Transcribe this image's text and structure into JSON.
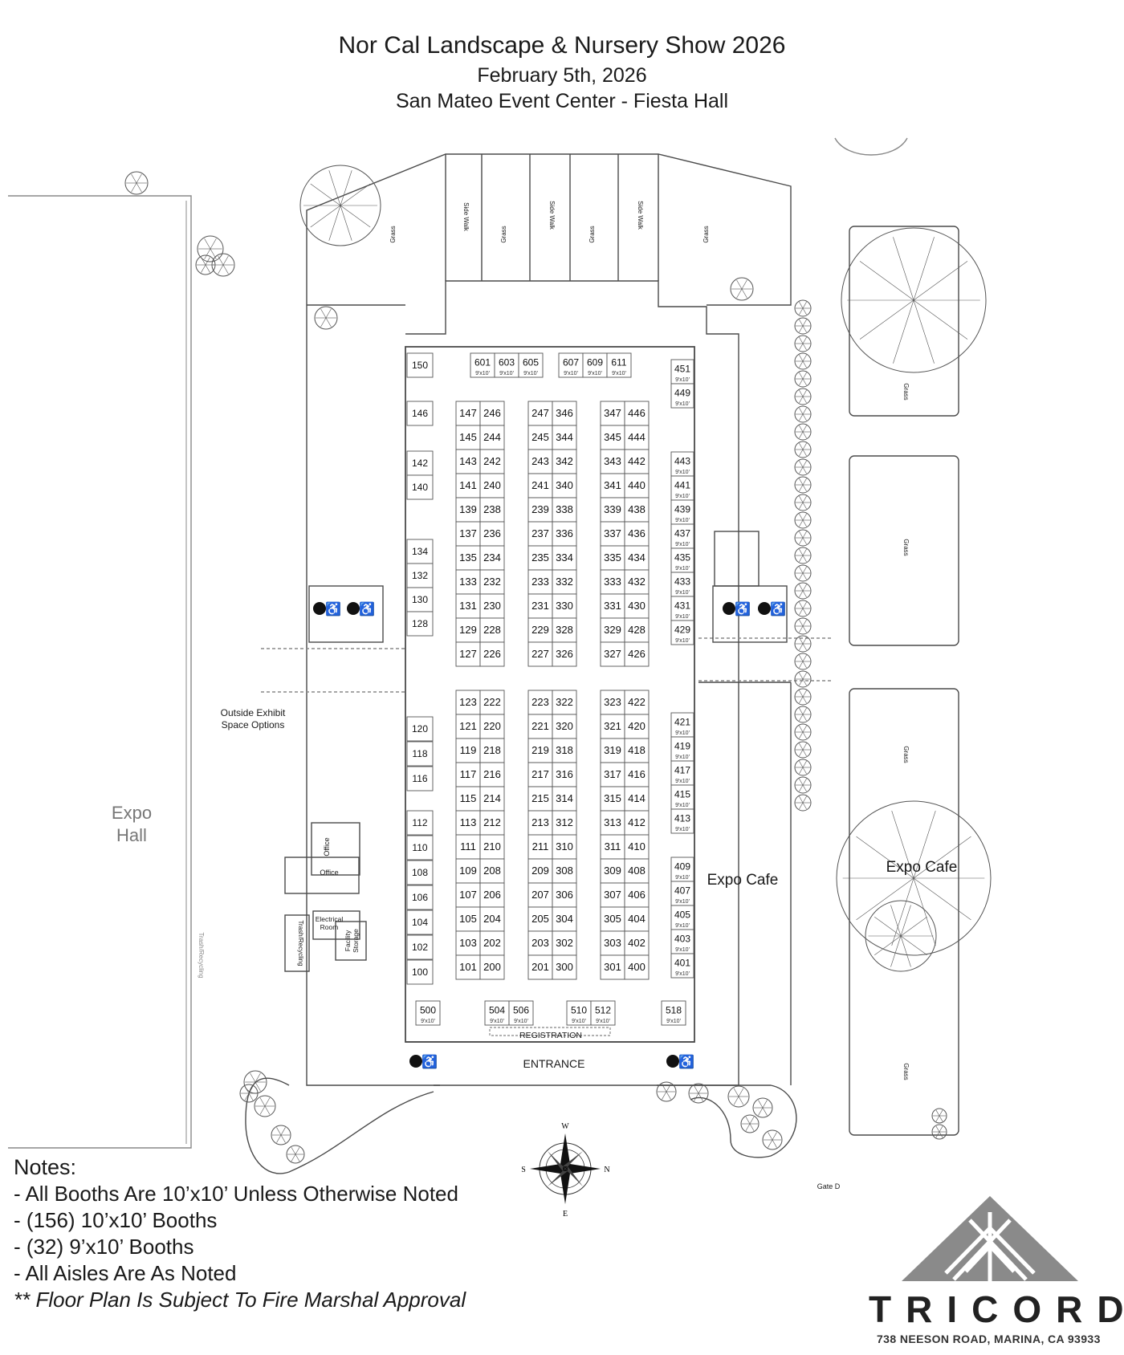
{
  "header": {
    "title": "Nor Cal Landscape & Nursery Show 2026",
    "date": "February 5th, 2026",
    "venue": "San Mateo Event Center - Fiesta Hall"
  },
  "labels": {
    "expo_hall": [
      "Expo",
      "Hall"
    ],
    "outside_exhibit": [
      "Outside Exhibit",
      "Space Options"
    ],
    "expo_cafe_inside": "Expo Cafe",
    "expo_cafe_outside": "Expo Cafe",
    "grass": "Grass",
    "side_walk": "Side Walk",
    "registration": "REGISTRATION",
    "entrance": "ENTRANCE",
    "office": "Office",
    "electrical_room": [
      "Electrical",
      "Room"
    ],
    "facility_storage": [
      "Facility",
      "Storage"
    ],
    "trash_recycling": "Trash/Recycling",
    "gate": "Gate D",
    "small_size": "9'x10'"
  },
  "booths": {
    "top_row": [
      "601",
      "603",
      "605",
      "607",
      "609",
      "611"
    ],
    "bottom_row": [
      "500",
      "504",
      "506",
      "510",
      "512",
      "518"
    ],
    "left_upper": [
      "150",
      "146",
      "142",
      "140",
      "134",
      "132",
      "130",
      "128"
    ],
    "left_lower": [
      "120",
      "118",
      "116",
      "112",
      "110",
      "108",
      "106",
      "104",
      "102",
      "100"
    ],
    "right_upper": [
      "451",
      "449",
      "443",
      "441",
      "439",
      "437",
      "435",
      "433",
      "431",
      "429"
    ],
    "right_lower": [
      "421",
      "419",
      "417",
      "415",
      "413",
      "409",
      "407",
      "405",
      "403",
      "401"
    ],
    "blockA_upper": [
      [
        "147",
        "246"
      ],
      [
        "145",
        "244"
      ],
      [
        "143",
        "242"
      ],
      [
        "141",
        "240"
      ],
      [
        "139",
        "238"
      ],
      [
        "137",
        "236"
      ],
      [
        "135",
        "234"
      ],
      [
        "133",
        "232"
      ],
      [
        "131",
        "230"
      ],
      [
        "129",
        "228"
      ],
      [
        "127",
        "226"
      ]
    ],
    "blockB_upper": [
      [
        "247",
        "346"
      ],
      [
        "245",
        "344"
      ],
      [
        "243",
        "342"
      ],
      [
        "241",
        "340"
      ],
      [
        "239",
        "338"
      ],
      [
        "237",
        "336"
      ],
      [
        "235",
        "334"
      ],
      [
        "233",
        "332"
      ],
      [
        "231",
        "330"
      ],
      [
        "229",
        "328"
      ],
      [
        "227",
        "326"
      ]
    ],
    "blockC_upper": [
      [
        "347",
        "446"
      ],
      [
        "345",
        "444"
      ],
      [
        "343",
        "442"
      ],
      [
        "341",
        "440"
      ],
      [
        "339",
        "438"
      ],
      [
        "337",
        "436"
      ],
      [
        "335",
        "434"
      ],
      [
        "333",
        "432"
      ],
      [
        "331",
        "430"
      ],
      [
        "329",
        "428"
      ],
      [
        "327",
        "426"
      ]
    ],
    "blockA_lower": [
      [
        "123",
        "222"
      ],
      [
        "121",
        "220"
      ],
      [
        "119",
        "218"
      ],
      [
        "117",
        "216"
      ],
      [
        "115",
        "214"
      ],
      [
        "113",
        "212"
      ],
      [
        "111",
        "210"
      ],
      [
        "109",
        "208"
      ],
      [
        "107",
        "206"
      ],
      [
        "105",
        "204"
      ],
      [
        "103",
        "202"
      ],
      [
        "101",
        "200"
      ]
    ],
    "blockB_lower": [
      [
        "223",
        "322"
      ],
      [
        "221",
        "320"
      ],
      [
        "219",
        "318"
      ],
      [
        "217",
        "316"
      ],
      [
        "215",
        "314"
      ],
      [
        "213",
        "312"
      ],
      [
        "211",
        "310"
      ],
      [
        "209",
        "308"
      ],
      [
        "207",
        "306"
      ],
      [
        "205",
        "304"
      ],
      [
        "203",
        "302"
      ],
      [
        "201",
        "300"
      ]
    ],
    "blockC_lower": [
      [
        "323",
        "422"
      ],
      [
        "321",
        "420"
      ],
      [
        "319",
        "418"
      ],
      [
        "317",
        "416"
      ],
      [
        "315",
        "414"
      ],
      [
        "313",
        "412"
      ],
      [
        "311",
        "410"
      ],
      [
        "309",
        "408"
      ],
      [
        "307",
        "406"
      ],
      [
        "305",
        "404"
      ],
      [
        "303",
        "402"
      ],
      [
        "301",
        "400"
      ]
    ]
  },
  "compass": {
    "n": "N",
    "s": "S",
    "e": "E",
    "w": "W"
  },
  "notes": {
    "title": "Notes:",
    "lines": [
      "- All Booths Are 10’x10’ Unless Otherwise Noted",
      "- (156) 10’x10’ Booths",
      "- (32) 9’x10’ Booths",
      "- All Aisles Are As Noted"
    ],
    "disclaimer": "** Floor Plan Is Subject To Fire Marshal Approval"
  },
  "logo": {
    "name": "TRICORD",
    "address": "738 NEESON ROAD, MARINA, CA 93933"
  },
  "colors": {
    "line": "#4a4a4a",
    "logo_grey": "#8a8a8a",
    "text": "#1a1a1a"
  }
}
